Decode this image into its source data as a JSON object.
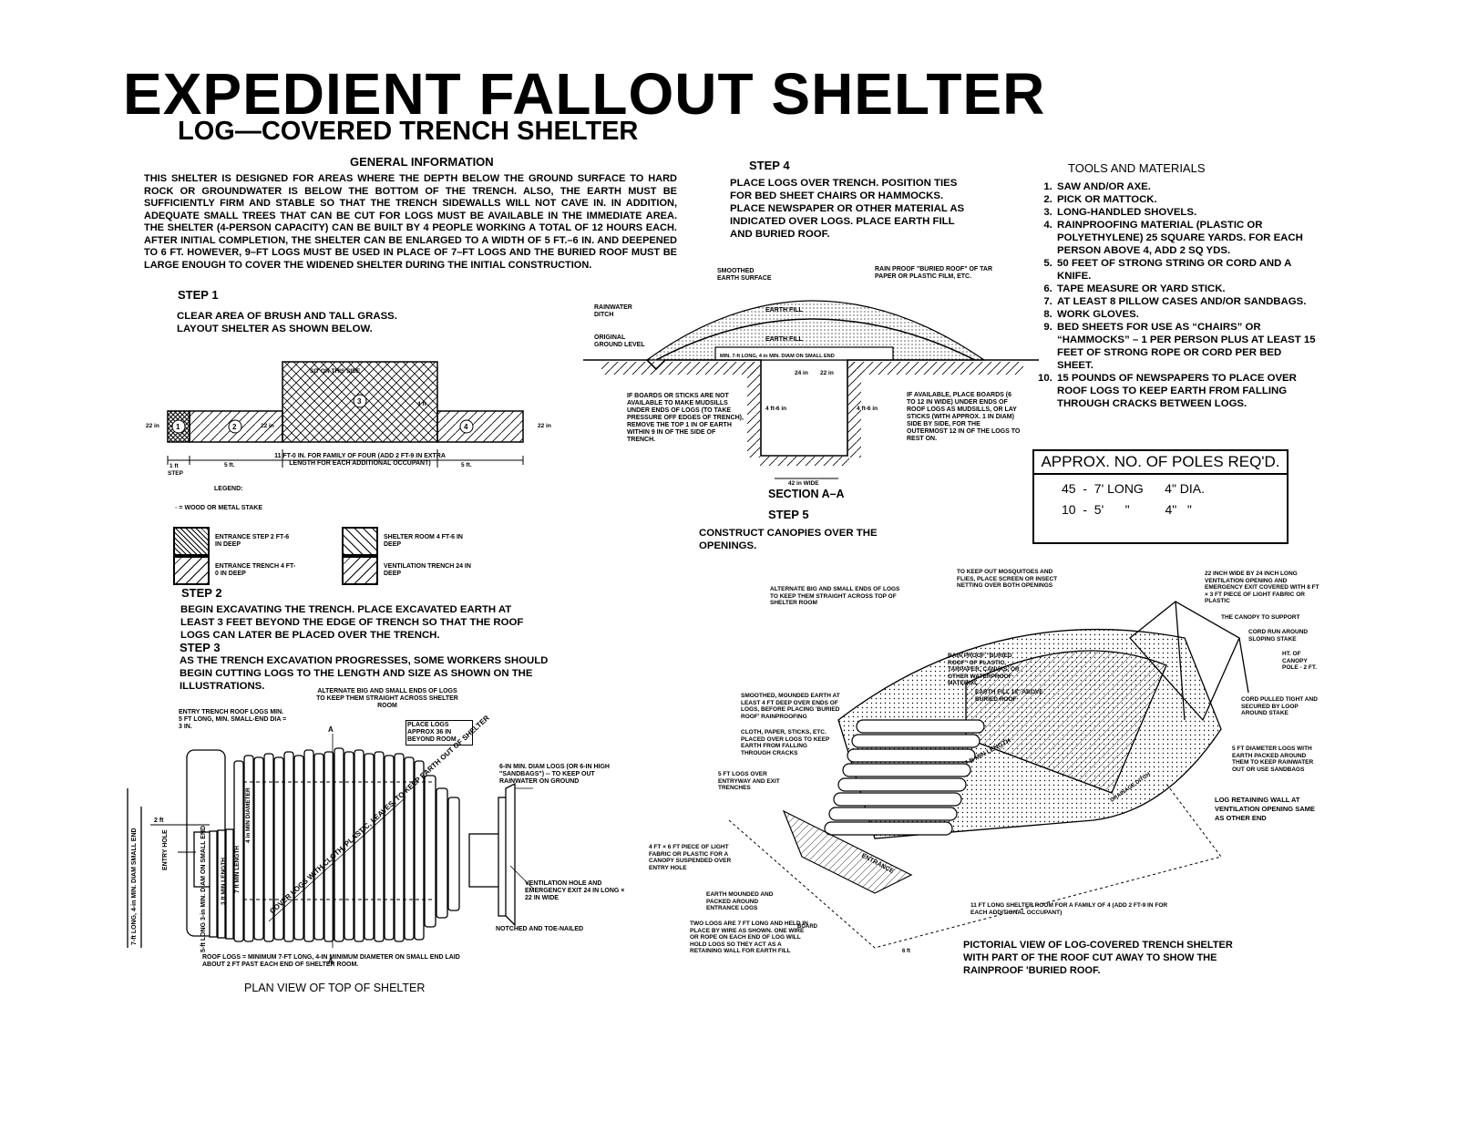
{
  "title": "EXPEDIENT FALLOUT SHELTER",
  "subtitle": "LOG—COVERED TRENCH SHELTER",
  "general": {
    "heading": "GENERAL INFORMATION",
    "text": "THIS SHELTER IS DESIGNED FOR AREAS WHERE THE DEPTH BELOW THE GROUND SURFACE TO HARD ROCK OR GROUNDWATER IS BELOW THE BOTTOM OF THE TRENCH. ALSO, THE EARTH MUST BE SUFFICIENTLY FIRM AND STABLE SO THAT THE TRENCH SIDEWALLS WILL NOT CAVE IN. IN ADDITION, ADEQUATE SMALL TREES THAT CAN BE CUT FOR LOGS MUST BE AVAILABLE IN THE IMMEDIATE AREA. THE SHELTER (4-PERSON CAPACITY) CAN BE BUILT BY 4 PEOPLE WORKING A TOTAL OF 12 HOURS EACH. AFTER INITIAL COMPLETION, THE SHELTER CAN BE ENLARGED TO A WIDTH OF 5 FT.–6 IN. AND DEEPENED TO 6 FT. HOWEVER, 9–FT LOGS MUST BE USED IN PLACE OF 7–FT LOGS AND THE BURIED ROOF MUST BE LARGE ENOUGH TO COVER THE WIDENED SHELTER DURING THE INITIAL CONSTRUCTION."
  },
  "steps": {
    "s1_head": "STEP 1",
    "s1_text": "CLEAR AREA OF BRUSH AND TALL GRASS. LAYOUT SHELTER AS SHOWN BELOW.",
    "s2_head": "STEP 2",
    "s2_text": "BEGIN EXCAVATING THE TRENCH. PLACE EXCAVATED EARTH AT LEAST 3 FEET BEYOND THE EDGE OF TRENCH SO THAT THE ROOF LOGS CAN LATER BE PLACED OVER THE TRENCH.",
    "s3_head": "STEP 3",
    "s3_text": "AS THE TRENCH EXCAVATION PROGRESSES, SOME WORKERS SHOULD BEGIN CUTTING LOGS TO THE LENGTH AND SIZE AS SHOWN ON THE ILLUSTRATIONS.",
    "s4_head": "STEP 4",
    "s4_text": "PLACE LOGS OVER TRENCH. POSITION TIES FOR BED SHEET CHAIRS OR HAMMOCKS. PLACE NEWSPAPER OR OTHER MATERIAL AS INDICATED OVER LOGS. PLACE EARTH FILL AND BURIED ROOF.",
    "s5_head": "STEP 5",
    "s5_text": "CONSTRUCT CANOPIES OVER THE OPENINGS."
  },
  "tools": {
    "heading": "TOOLS AND MATERIALS",
    "items": [
      "SAW AND/OR AXE.",
      "PICK OR MATTOCK.",
      "LONG-HANDLED SHOVELS.",
      "RAINPROOFING MATERIAL (PLASTIC OR POLYETHYLENE) 25 SQUARE YARDS. FOR EACH PERSON ABOVE 4, ADD 2 SQ YDS.",
      "50 FEET OF STRONG STRING OR CORD AND A KNIFE.",
      "TAPE MEASURE OR YARD STICK.",
      "AT LEAST 8 PILLOW CASES AND/OR SANDBAGS.",
      "WORK GLOVES.",
      "BED SHEETS FOR USE AS “CHAIRS” OR “HAMMOCKS” – 1 PER PERSON PLUS AT LEAST 15 FEET OF STRONG ROPE OR CORD PER BED SHEET.",
      "15 POUNDS OF NEWSPAPERS TO PLACE OVER ROOF LOGS TO KEEP EARTH FROM FALLING THROUGH CRACKS BETWEEN LOGS."
    ]
  },
  "poles": {
    "heading": "APPROX. NO. OF POLES REQ'D.",
    "row1": "45  -  7' LONG      4\" DIA.",
    "row2": "10  -  5'      \"          4\"   \""
  },
  "layout_diagram": {
    "sit_label": "SIT ON THIS SIDE",
    "dim_1ft": "1 ft",
    "dim_step": "STEP",
    "dim_5ft": "5 ft.",
    "dim_5ft_b": "5 ft.",
    "dim_room": "11 ft-0 in. FOR FAMILY OF FOUR (ADD 2 ft-9 in EXTRA LENGTH FOR EACH ADDITIONAL OCCUPANT)",
    "dim_22a": "22 in",
    "dim_22b": "22 in",
    "dim_22c": "22 in",
    "dim_4ft": "4 ft"
  },
  "legend": {
    "heading": "LEGEND:",
    "stake": "◦ = WOOD OR METAL STAKE",
    "i1": "ENTRANCE STEP 2 ft-6 in DEEP",
    "i2": "ENTRANCE TRENCH 4 ft-0 in DEEP",
    "i3": "SHELTER ROOM 4 ft-6 in DEEP",
    "i4": "VENTILATION TRENCH 24 in DEEP"
  },
  "section": {
    "caption": "SECTION A–A",
    "smoothed": "SMOOTHED EARTH SURFACE",
    "rainproof": "RAIN PROOF \"BURIED ROOF\" OF TAR PAPER OR PLASTIC FILM, ETC.",
    "rain_ditch": "RAINWATER DITCH",
    "orig_ground": "ORIGINAL GROUND LEVEL",
    "earth_fill_1": "EARTH FILL",
    "earth_fill_2": "EARTH FILL",
    "logs": "MIN. 7-ft LONG, 4 in MIN. DIAM ON SMALL END",
    "left_note": "IF BOARDS OR STICKS ARE NOT AVAILABLE TO MAKE MUDSILLS UNDER ENDS OF LOGS (TO TAKE PRESSURE OFF EDGES OF TRENCH), REMOVE THE TOP 1 in OF EARTH WITHIN 9 in OF THE SIDE OF TRENCH.",
    "right_note": "IF AVAILABLE, PLACE BOARDS (6 TO 12 in WIDE) UNDER ENDS OF ROOF LOGS AS MUDSILLS, OR LAY STICKS (WITH APPROX. 1 in DIAM) SIDE BY SIDE, FOR THE OUTERMOST 12 in OF THE LOGS TO REST ON.",
    "d24": "24 in",
    "d22": "22 in",
    "d4ft6a": "4 ft-6 in",
    "d4ft6b": "4 ft-6 in",
    "d42": "42 in WIDE"
  },
  "plan": {
    "caption": "PLAN VIEW OF TOP OF SHELTER",
    "entry_logs": "ENTRY TRENCH ROOF LOGS MIN. 5 ft LONG, MIN. SMALL-END DIA = 3 in.",
    "alternate": "ALTERNATE BIG AND SMALL ENDS OF LOGS TO KEEP THEM STRAIGHT ACROSS SHELTER ROOM",
    "place_logs": "PLACE LOGS APPROX 36 in BEYOND ROOM",
    "sandbags": "6-in MIN. DIAM LOGS (OR 6-in HIGH \"SANDBAGS\") -- TO KEEP OUT RAINWATER ON GROUND",
    "vent_hole": "VENTILATION HOLE AND EMERGENCY EXIT 24 in LONG × 22 in WIDE",
    "notched": "NOTCHED AND TOE-NAILED",
    "cover_logs": "COVER LOGS WITH CLOTH, PLASTIC, LEAVES, TO KEEP EARTH OUT OF SHELTER",
    "roof_note": "ROOF LOGS = MINIMUM 7-ft LONG, 4-in MINIMUM DIAMETER ON SMALL END LAID ABOUT 2 ft PAST EACH END OF SHELTER ROOM.",
    "entry_hole": "ENTRY HOLE",
    "side_a": "7-ft LONG, 4-in MIN. DIAM SMALL END",
    "side_b": "5-ft LONG 3-in MIN. DIAM ON SMALL END",
    "d2ft": "2 ft",
    "min_diam": "4 in MIN DIAMETER",
    "min_len": "7 ft MIN LENGTH",
    "min_len2": "3 ft MIN LENGTH",
    "marker_a1": "A",
    "marker_a2": "A"
  },
  "pictorial": {
    "caption": "PICTORIAL VIEW OF LOG-COVERED TRENCH SHELTER WITH PART OF THE ROOF CUT AWAY TO SHOW THE RAINPROOF 'BURIED ROOF.",
    "alternate": "ALTERNATE BIG AND SMALL ENDS OF LOGS TO KEEP THEM STRAIGHT ACROSS TOP OF SHELTER ROOM",
    "mosquito": "TO KEEP OUT MOSQUITOES AND FLIES, PLACE SCREEN OR INSECT NETTING OVER BOTH OPENINGS",
    "vent_open": "22 INCH WIDE BY 24 INCH LONG VENTILATION OPENING AND EMERGENCY EXIT COVERED WITH 8 ft × 3 ft PIECE OF LIGHT FABRIC OR PLASTIC",
    "canopy": "THE CANOPY TO SUPPORT",
    "cord": "CORD RUN AROUND SLOPING STAKE",
    "height": "HT. OF CANOPY POLE - 2 ft.",
    "cord_pulled": "CORD PULLED TIGHT AND SECURED BY LOOP AROUND STAKE",
    "smoothed": "SMOOTHED, MOUNDED EARTH AT LEAST 4 ft DEEP OVER ENDS OF LOGS, BEFORE PLACING 'BURIED ROOF' RAINPROOFING",
    "buried_roof": "RAIN PROOF \"BURIED ROOF\" OF PLASTIC, TARPAPER, CANVAS, OR OTHER WATERPROOF MATERIAL",
    "earth_fill": "EARTH FILL 18\" ABOVE BURIED ROOF",
    "cloth": "CLOTH, PAPER, STICKS, ETC. PLACED OVER LOGS TO KEEP EARTH FROM FALLING THROUGH CRACKS",
    "five_ft_logs": "5 ft LOGS OVER ENTRYWAY AND EXIT TRENCHES",
    "five_ft_diam": "5 ft DIAMETER LOGS WITH EARTH PACKED AROUND THEM TO KEEP RAINWATER OUT OR USE SANDBAGS",
    "retaining": "LOG RETAINING WALL AT VENTILATION OPENING SAME AS OTHER END",
    "canopy_piece": "4 ft × 6 ft PIECE OF LIGHT FABRIC OR PLASTIC FOR A CANOPY SUSPENDED OVER ENTRY HOLE",
    "earth_mounded": "EARTH MOUNDED AND PACKED AROUND ENTRANCE LOGS",
    "two_logs": "TWO LOGS ARE 7 ft LONG AND HELD IN PLACE BY WIRE AS SHOWN. ONE WIRE OR ROPE ON EACH END OF LOG WILL HOLD LOGS SO THEY ACT AS A RETAINING WALL FOR EARTH FILL",
    "long_room": "11 ft LONG SHELTER ROOM FOR A FAMILY OF 4 (ADD 2 ft-9 in FOR EACH ADDITIONAL OCCUPANT)",
    "entrance": "ENTRANCE",
    "drainage": "DRAINAGE DITCH",
    "min_length": "7 ft MIN LENGTH",
    "board": "BOARD",
    "six_ft": "6 ft"
  }
}
